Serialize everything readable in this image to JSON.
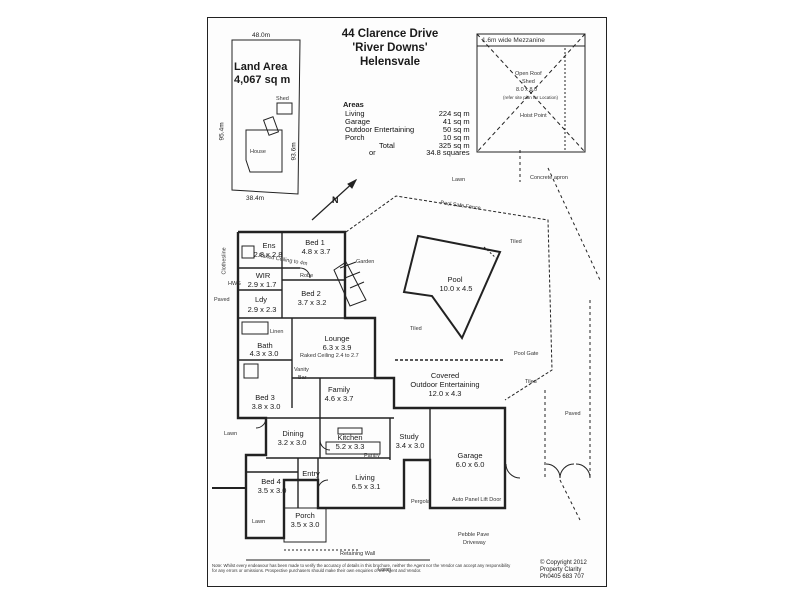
{
  "header": {
    "line1": "44 Clarence Drive",
    "line2": "'River Downs'",
    "line3": "Helensvale"
  },
  "site": {
    "land_label": "Land Area",
    "land_value": "4,067 sq m",
    "dim_top": "48.0m",
    "dim_left": "95.4m",
    "dim_right": "93.6m",
    "dim_bottom": "38.4m",
    "shed_label": "Shed",
    "house_label": "House"
  },
  "mezzanine": {
    "title": "1.6m wide Mezzanine",
    "shed_line1": "Open Roof",
    "shed_line2": "Shed",
    "shed_dims": "8.0 x 8.0",
    "shed_note": "(refer site plan for Location)",
    "hoist": "Hoist Point"
  },
  "areas": {
    "title": "Areas",
    "rows": [
      {
        "label": "Living",
        "value": "224 sq m"
      },
      {
        "label": "Garage",
        "value": "41 sq m"
      },
      {
        "label": "Outdoor Entertaining",
        "value": "50 sq m"
      },
      {
        "label": "Porch",
        "value": "10 sq m"
      },
      {
        "label": "Total",
        "value": "325 sq m"
      },
      {
        "label": "or",
        "value": "34.8 squares"
      }
    ]
  },
  "outside_labels": {
    "lawn_top": "Lawn",
    "concrete_apron": "Concrete apron",
    "pool_fence": "Pool Safe Fence",
    "tiled_1": "Tiled",
    "tiled_2": "Tiled",
    "tiled_3": "Tiled",
    "paved_1": "Paved",
    "paved_2": "Paved",
    "pool_gate": "Pool Gate",
    "lawn_left": "Lawn",
    "lawn_bottom": "Lawn",
    "lawn_bottom_left": "Lawn",
    "garden": "Garden",
    "pergola": "Pergola",
    "driveway_1": "Pebble Pave",
    "driveway_2": "Driveway",
    "roller_door": "Auto Panel Lift Door",
    "retaining_wall": "Retaining Wall",
    "clothesline": "Clothesline",
    "hws": "HWS",
    "north": "N"
  },
  "rooms": {
    "ens_name": "Ens",
    "ens_dims": "2.8 x 2.8",
    "bed1_name": "Bed 1",
    "bed1_dims": "4.8 x 3.7",
    "wir_name": "WIR",
    "wir_dims": "2.9 x 1.7",
    "bed2_name": "Bed 2",
    "bed2_dims": "3.7 x 3.2",
    "laundry_name": "Ldy",
    "laundry_dims": "2.9 x 2.3",
    "lounge_name": "Lounge",
    "lounge_dims": "6.3 x 3.9",
    "bath_name": "Bath",
    "bath_dims": "4.3 x 3.0",
    "pool_name": "Pool",
    "pool_dims": "10.0 x 4.5",
    "bed3_name": "Bed 3",
    "bed3_dims": "3.8 x 3.0",
    "family_name": "Family",
    "family_dims": "4.6 x 3.7",
    "outdoor_name1": "Covered",
    "outdoor_name2": "Outdoor Entertaining",
    "outdoor_dims": "12.0 x 4.3",
    "dining_name": "Dining",
    "dining_dims": "3.2 x 3.0",
    "kitchen_name": "Kitchen",
    "kitchen_dims": "5.2 x 3.3",
    "study_name": "Study",
    "study_dims": "3.4 x 3.0",
    "garage_name": "Garage",
    "garage_dims": "6.0 x 6.0",
    "entry_name": "Entry",
    "bed4_name": "Bed 4",
    "bed4_dims": "3.5 x 3.0",
    "living_name": "Living",
    "living_dims": "6.5 x 3.1",
    "porch_name": "Porch",
    "porch_dims": "3.5 x 3.0",
    "linen": "Linen",
    "robe": "Robe",
    "vanity": "Vanity",
    "bar": "Bar",
    "pantry": "Pantry",
    "rk_1": "Raked Ceiling 2.4 to 2.7",
    "rk_2": "Raked Ceiling to 4m"
  },
  "footer": {
    "note": "Note: Whilst every endeavour has been made to verify the accuracy of details in this brochure, neither the Agent nor the Vendor can accept any responsibility for any errors or omissions. Prospective purchasers should make their own enquiries of the Agent and Vendor.",
    "copyright": "© Copyright 2012",
    "company": "Property Clarity",
    "phone": "Ph0405 683 707"
  }
}
